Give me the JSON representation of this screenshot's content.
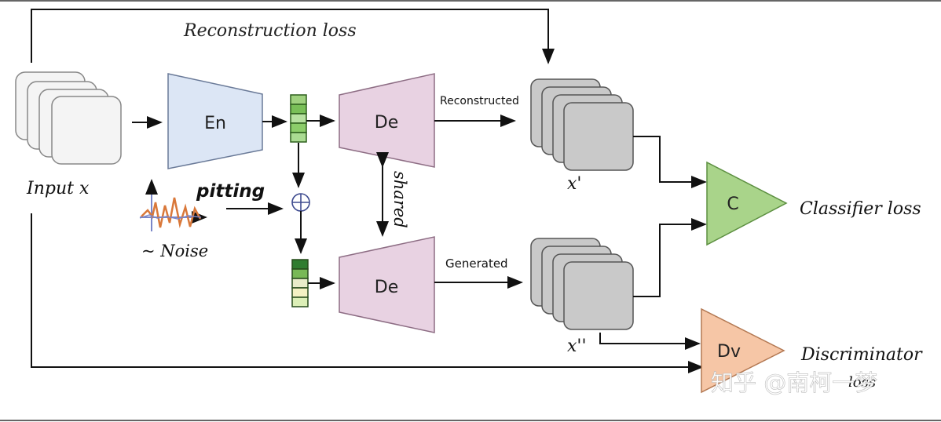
{
  "labels": {
    "reconstruction_loss": "Reconstruction loss",
    "input_x": "Input x",
    "pitting": "pitting",
    "noise": "~ Noise",
    "encoder": "En",
    "decoder_top": "De",
    "decoder_bottom": "De",
    "shared": "shared",
    "reconstructed": "Reconstructed",
    "generated": "Generated",
    "x_prime": "x'",
    "x_double_prime": "x''",
    "classifier": "C",
    "classifier_loss": "Classifier loss",
    "discriminator": "Dv",
    "discriminator_loss_line1": "Discriminator",
    "discriminator_loss_line2": "loss",
    "plus_symbol": "⊕",
    "watermark": "知乎 @南柯一梦"
  },
  "colors": {
    "encoder_fill": "#dce6f5",
    "decoder_fill": "#e8d2e2",
    "classifier_fill": "#a9d48a",
    "discriminator_fill": "#f6c6a6",
    "input_stack_fill": "#f2f2f2",
    "output_stack_fill": "#c8c8c8",
    "latent_green_dark": "#2f7d2f",
    "latent_green_light": "#b7e1a1",
    "latent_yellow": "#f4f1c3",
    "noise_blue": "#7a86c8",
    "noise_orange": "#d9783a"
  },
  "icons": {
    "noise_plot": "noise-waveform-icon",
    "add_operator": "circled-plus-icon"
  }
}
